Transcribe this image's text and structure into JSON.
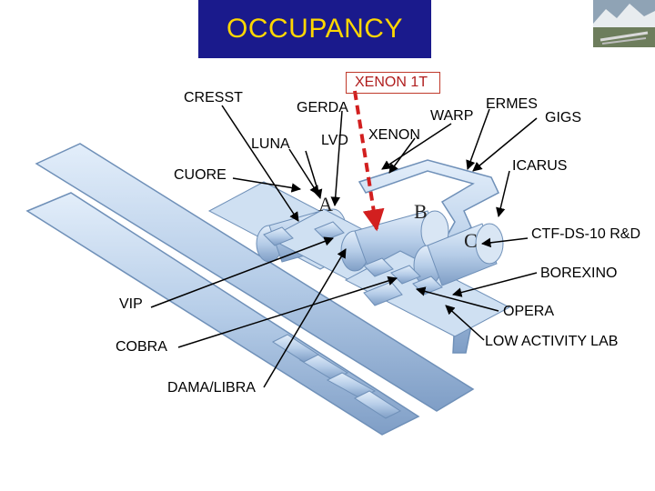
{
  "title": "OCCUPANCY",
  "labels": {
    "xenon_1t": "XENON 1T",
    "cresst": "CRESST",
    "gerda": "GERDA",
    "warp": "WARP",
    "ermes": "ERMES",
    "gigs": "GIGS",
    "luna": "LUNA",
    "lvd": "LVD",
    "xenon": "XENON",
    "icarus": "ICARUS",
    "cuore": "CUORE",
    "ctf": "CTF-DS-10 R&D",
    "borexino": "BOREXINO",
    "vip": "VIP",
    "opera": "OPERA",
    "cobra": "COBRA",
    "low_activity": "LOW ACTIVITY LAB",
    "dama": "DAMA/LIBRA"
  },
  "halls": {
    "a": "A",
    "b": "B",
    "c": "C"
  },
  "colors": {
    "title_bg": "#1a1a8c",
    "title_text": "#ffd700",
    "tunnel": "#b8d0ea",
    "tunnel_stroke": "#6f90b8",
    "xenon1t_marker": "#d21f1f"
  }
}
